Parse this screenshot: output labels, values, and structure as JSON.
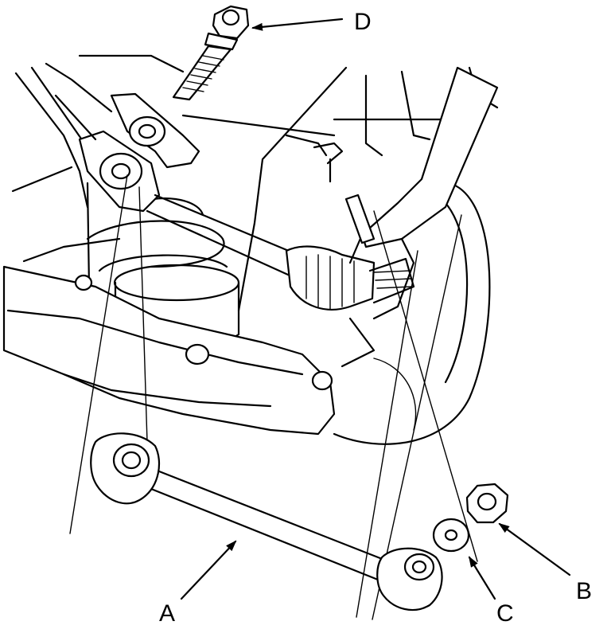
{
  "callouts": {
    "a": "A",
    "b": "B",
    "c": "C",
    "d": "D"
  },
  "colors": {
    "ink": "#000000",
    "paper": "#ffffff"
  }
}
